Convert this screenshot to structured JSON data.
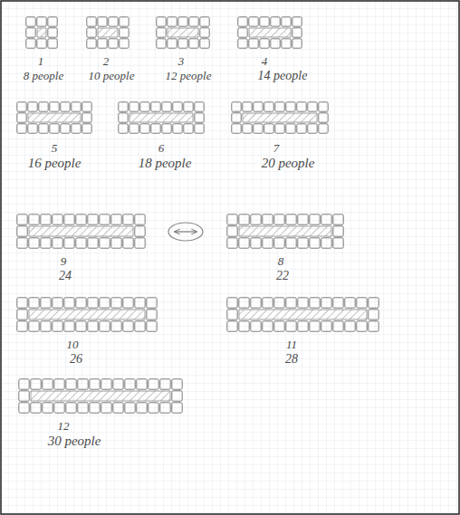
{
  "diagram": {
    "labels": [
      "1",
      "8 people",
      "2",
      "10 people",
      "3",
      "12 people",
      "4",
      "14 people",
      "5",
      "16 people",
      "6",
      "18 people",
      "7",
      "20 people",
      "9",
      "24",
      "8",
      "22",
      "10",
      "26",
      "11",
      "28",
      "12",
      "30 people"
    ]
  }
}
